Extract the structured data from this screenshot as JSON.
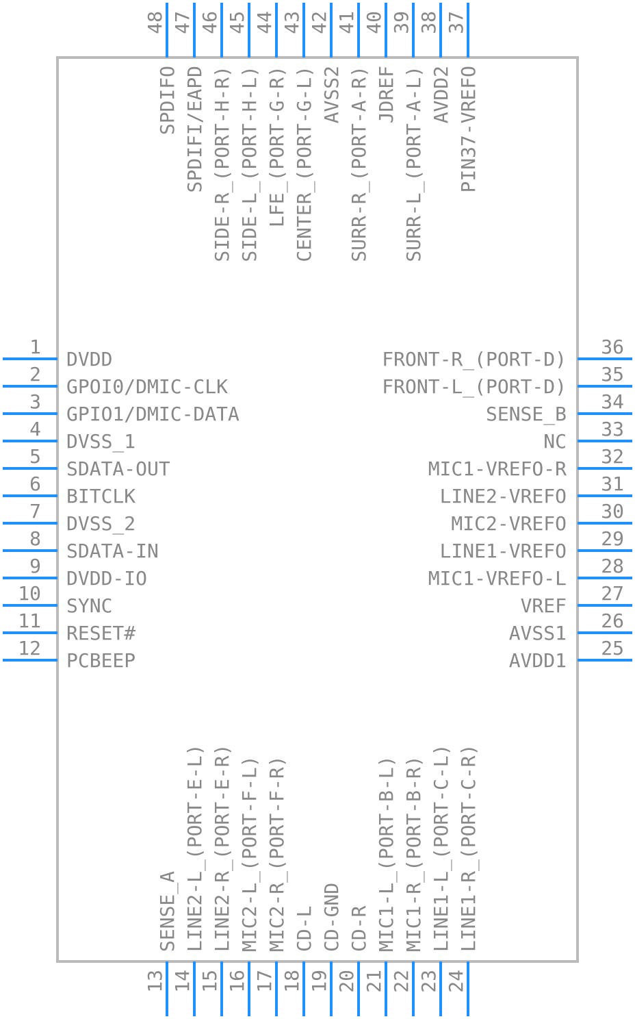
{
  "colors": {
    "pin": "#1e90ff",
    "body": "#bbbbbb",
    "text": "#888888"
  },
  "left_pins": [
    {
      "num": "1",
      "label": "DVDD"
    },
    {
      "num": "2",
      "label": "GPOI0/DMIC-CLK"
    },
    {
      "num": "3",
      "label": "GPIO1/DMIC-DATA"
    },
    {
      "num": "4",
      "label": "DVSS_1"
    },
    {
      "num": "5",
      "label": "SDATA-OUT"
    },
    {
      "num": "6",
      "label": "BITCLK"
    },
    {
      "num": "7",
      "label": "DVSS_2"
    },
    {
      "num": "8",
      "label": "SDATA-IN"
    },
    {
      "num": "9",
      "label": "DVDD-IO"
    },
    {
      "num": "10",
      "label": "SYNC"
    },
    {
      "num": "11",
      "label": "RESET#"
    },
    {
      "num": "12",
      "label": "PCBEEP"
    }
  ],
  "bottom_pins": [
    {
      "num": "13",
      "label": "SENSE_A"
    },
    {
      "num": "14",
      "label": "LINE2-L_(PORT-E-L)"
    },
    {
      "num": "15",
      "label": "LINE2-R_(PORT-E-R)"
    },
    {
      "num": "16",
      "label": "MIC2-L_(PORT-F-L)"
    },
    {
      "num": "17",
      "label": "MIC2-R_(PORT-F-R)"
    },
    {
      "num": "18",
      "label": "CD-L"
    },
    {
      "num": "19",
      "label": "CD-GND"
    },
    {
      "num": "20",
      "label": "CD-R"
    },
    {
      "num": "21",
      "label": "MIC1-L_(PORT-B-L)"
    },
    {
      "num": "22",
      "label": "MIC1-R_(PORT-B-R)"
    },
    {
      "num": "23",
      "label": "LINE1-L_(PORT-C-L)"
    },
    {
      "num": "24",
      "label": "LINE1-R_(PORT-C-R)"
    }
  ],
  "right_pins": [
    {
      "num": "25",
      "label": "AVDD1"
    },
    {
      "num": "26",
      "label": "AVSS1"
    },
    {
      "num": "27",
      "label": "VREF"
    },
    {
      "num": "28",
      "label": "MIC1-VREFO-L"
    },
    {
      "num": "29",
      "label": "LINE1-VREFO"
    },
    {
      "num": "30",
      "label": "MIC2-VREFO"
    },
    {
      "num": "31",
      "label": "LINE2-VREFO"
    },
    {
      "num": "32",
      "label": "MIC1-VREFO-R"
    },
    {
      "num": "33",
      "label": "NC"
    },
    {
      "num": "34",
      "label": "SENSE_B"
    },
    {
      "num": "35",
      "label": "FRONT-L_(PORT-D)"
    },
    {
      "num": "36",
      "label": "FRONT-R_(PORT-D)"
    }
  ],
  "top_pins": [
    {
      "num": "37",
      "label": "PIN37-VREFO"
    },
    {
      "num": "38",
      "label": "AVDD2"
    },
    {
      "num": "39",
      "label": "SURR-L_(PORT-A-L)"
    },
    {
      "num": "40",
      "label": "JDREF"
    },
    {
      "num": "41",
      "label": "SURR-R_(PORT-A-R)"
    },
    {
      "num": "42",
      "label": "AVSS2"
    },
    {
      "num": "43",
      "label": "CENTER_(PORT-G-L)"
    },
    {
      "num": "44",
      "label": "LFE_(PORT-G-R)"
    },
    {
      "num": "45",
      "label": "SIDE-L_(PORT-H-L)"
    },
    {
      "num": "46",
      "label": "SIDE-R_(PORT-H-R)"
    },
    {
      "num": "47",
      "label": "SPDIFI/EAPD"
    },
    {
      "num": "48",
      "label": "SPDIFO"
    }
  ]
}
